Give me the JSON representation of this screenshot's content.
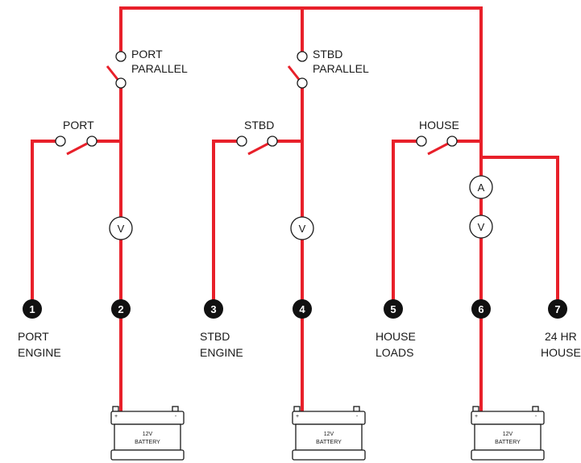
{
  "colors": {
    "wire": "#e8202a",
    "terminal": "#111111"
  },
  "switches": {
    "port_parallel": [
      "PORT",
      "PARALLEL"
    ],
    "stbd_parallel": [
      "STBD",
      "PARALLEL"
    ],
    "port": "PORT",
    "stbd": "STBD",
    "house": "HOUSE"
  },
  "meters": {
    "volt": "V",
    "amp": "A"
  },
  "terminals": [
    {
      "number": "1",
      "label": [
        "PORT",
        "ENGINE"
      ]
    },
    {
      "number": "2",
      "label": []
    },
    {
      "number": "3",
      "label": [
        "STBD",
        "ENGINE"
      ]
    },
    {
      "number": "4",
      "label": []
    },
    {
      "number": "5",
      "label": [
        "HOUSE",
        "LOADS"
      ]
    },
    {
      "number": "6",
      "label": []
    },
    {
      "number": "7",
      "label": [
        "24 HR",
        "HOUSE"
      ]
    }
  ],
  "battery": {
    "voltage": "12V",
    "text": "BATTERY",
    "plus": "+",
    "minus": "-"
  }
}
